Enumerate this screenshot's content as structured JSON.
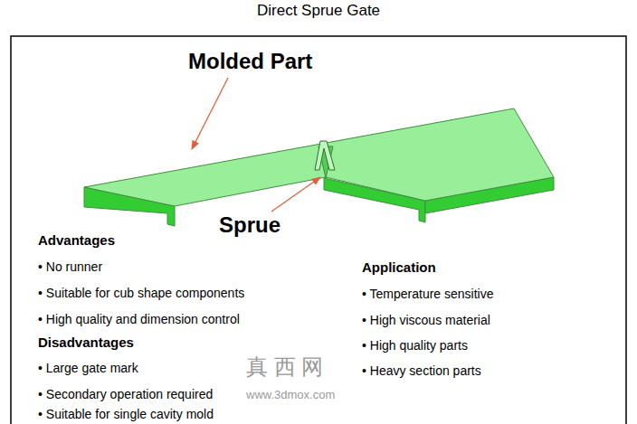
{
  "diagram": {
    "title": "Direct Sprue Gate",
    "labels": [
      "Molded Part",
      "Sprue",
      "Advantages",
      "• No runner",
      "• Suitable for cub shape components",
      "• High quality and dimension control",
      "Disadvantages",
      "• Large gate mark",
      "• Secondary operation required",
      "• Suitable for single cavity mold",
      "Application",
      "• Temperature sensitive",
      "• High viscous material",
      "• High quality parts",
      "• Heavy section parts",
      "真 西 网",
      "www.3dmox.com"
    ]
  }
}
